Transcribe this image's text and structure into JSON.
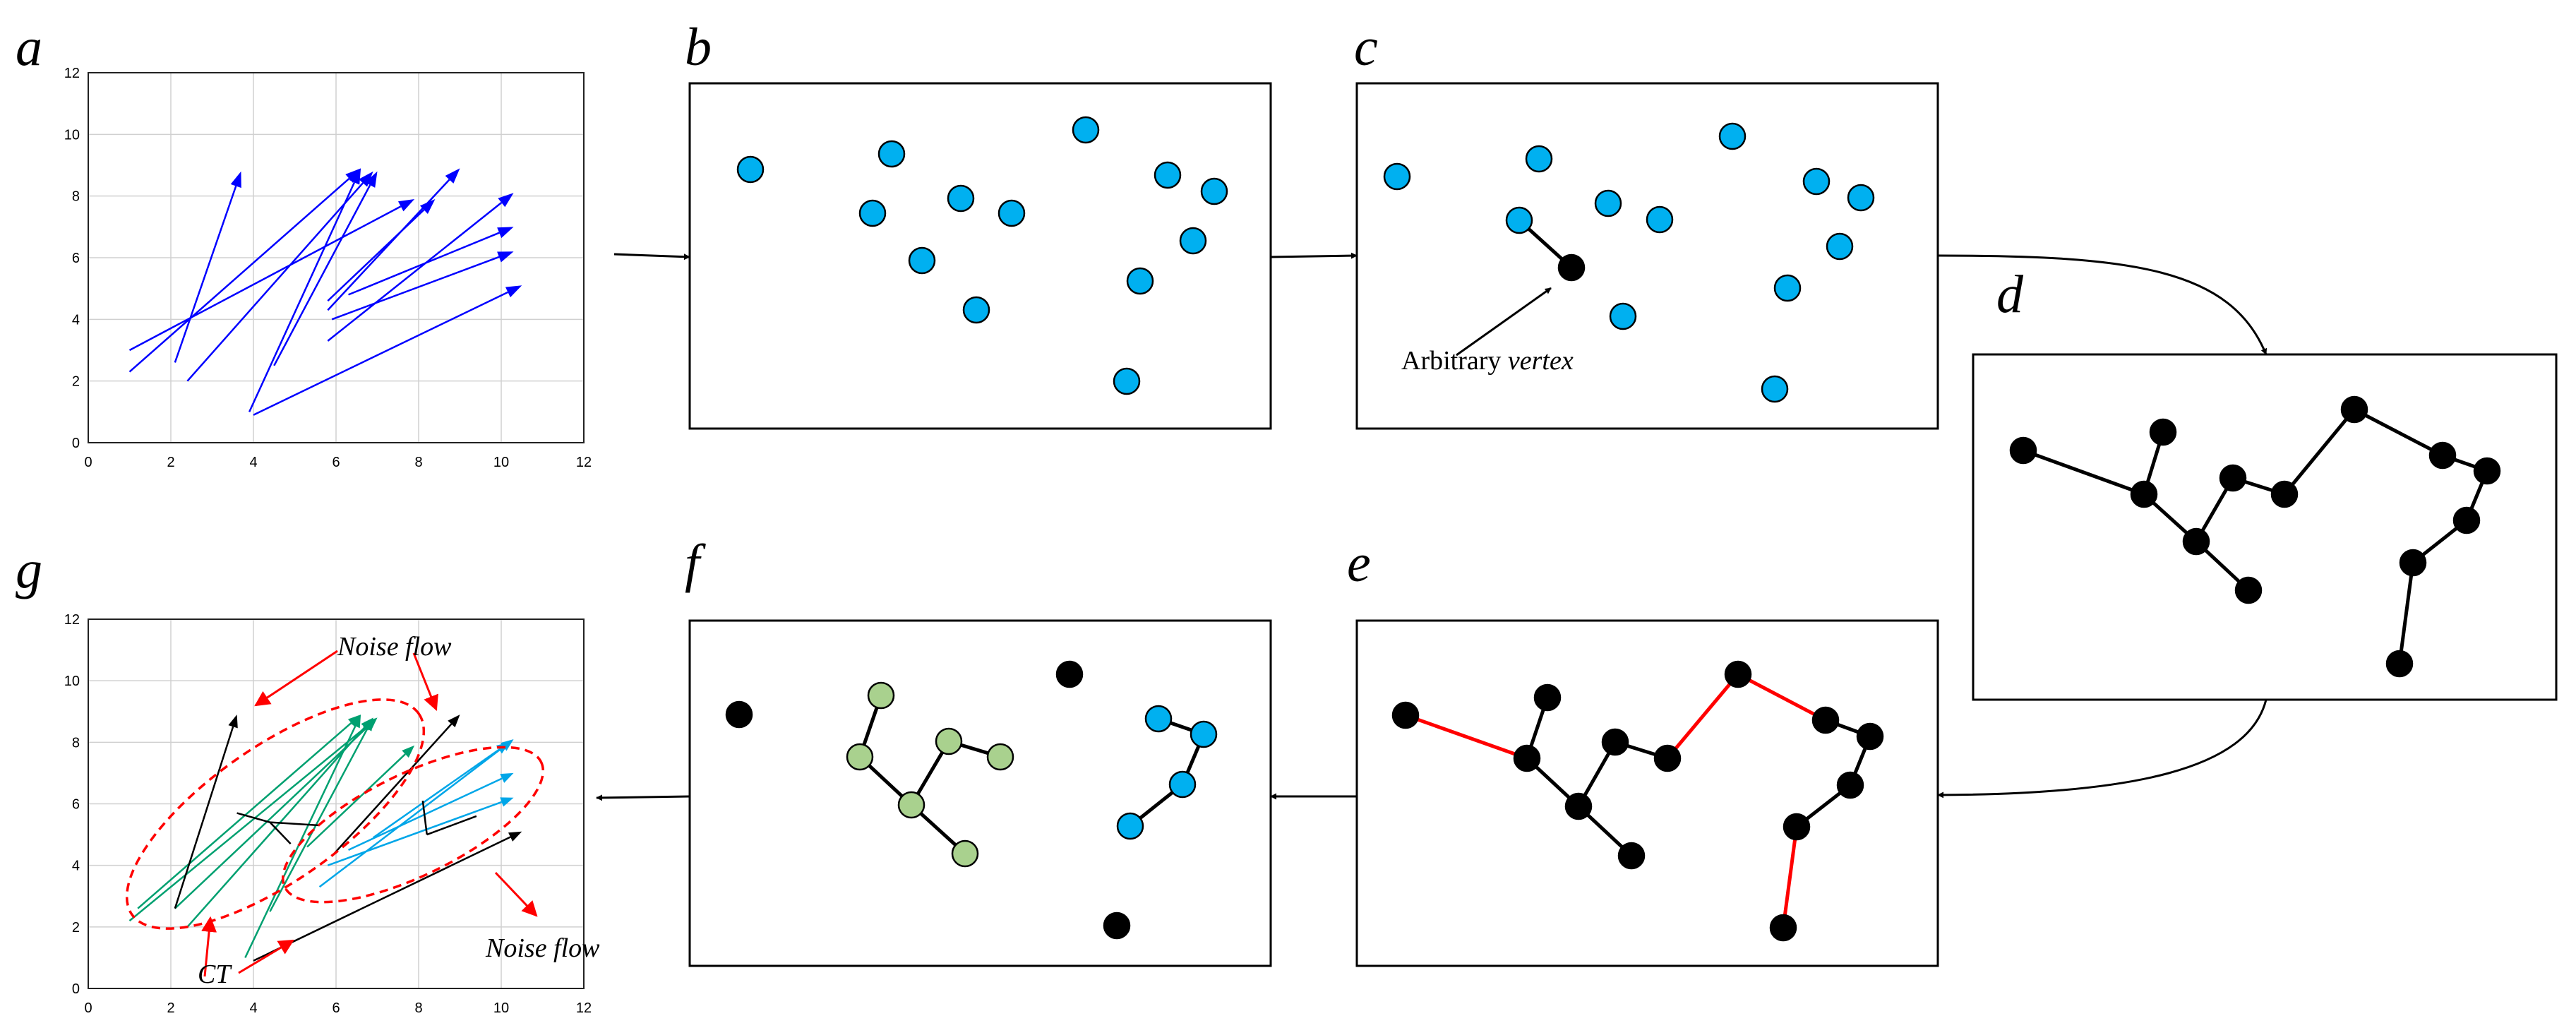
{
  "panels": {
    "a": {
      "letter": "a"
    },
    "b": {
      "letter": "b"
    },
    "c": {
      "letter": "c"
    },
    "d": {
      "letter": "d"
    },
    "e": {
      "letter": "e"
    },
    "f": {
      "letter": "f"
    },
    "g": {
      "letter": "g"
    }
  },
  "plot_a": {
    "xlim": [
      0,
      12
    ],
    "ylim": [
      0,
      12
    ],
    "xticks": [
      "0",
      "2",
      "4",
      "6",
      "8",
      "10",
      "12"
    ],
    "yticks": [
      "0",
      "2",
      "4",
      "6",
      "8",
      "10",
      "12"
    ],
    "grid": true,
    "arrow_color": "#0000ff",
    "arrows": [
      [
        1.0,
        3.0,
        7.9,
        7.9
      ],
      [
        1.0,
        2.3,
        6.6,
        8.9
      ],
      [
        2.1,
        2.6,
        3.7,
        8.8
      ],
      [
        2.4,
        2.0,
        6.9,
        8.8
      ],
      [
        3.9,
        1.0,
        6.6,
        8.9
      ],
      [
        4.0,
        0.9,
        10.5,
        5.1
      ],
      [
        4.5,
        2.5,
        7.0,
        8.8
      ],
      [
        5.8,
        4.3,
        9.0,
        8.9
      ],
      [
        5.8,
        4.6,
        8.4,
        7.9
      ],
      [
        5.8,
        3.3,
        10.3,
        8.1
      ],
      [
        5.9,
        4.0,
        10.3,
        6.2
      ],
      [
        6.3,
        4.8,
        10.3,
        7.0
      ]
    ]
  },
  "plot_g": {
    "xlim": [
      0,
      12
    ],
    "ylim": [
      0,
      12
    ],
    "xticks": [
      "0",
      "2",
      "4",
      "6",
      "8",
      "10",
      "12"
    ],
    "yticks": [
      "0",
      "2",
      "4",
      "6",
      "8",
      "10",
      "12"
    ],
    "grid": true,
    "cluster1_color": "#00a070",
    "cluster2_color": "#00a6e8",
    "noise_color": "#000000",
    "ellipse_color": "#ff0000",
    "cluster1_arrows": [
      [
        1.0,
        2.2,
        7.0,
        8.8
      ],
      [
        1.2,
        2.6,
        6.6,
        8.9
      ],
      [
        2.1,
        2.6,
        7.0,
        8.8
      ],
      [
        2.4,
        2.0,
        6.9,
        8.8
      ],
      [
        3.8,
        1.0,
        6.6,
        8.9
      ],
      [
        4.4,
        2.5,
        6.9,
        8.8
      ],
      [
        5.3,
        4.6,
        7.9,
        7.9
      ]
    ],
    "cluster2_arrows": [
      [
        5.6,
        3.3,
        10.3,
        8.1
      ],
      [
        5.8,
        4.0,
        10.3,
        6.2
      ],
      [
        6.3,
        4.5,
        10.3,
        7.0
      ],
      [
        6.9,
        4.9,
        10.2,
        8.0
      ]
    ],
    "noise_arrows": [
      [
        2.1,
        2.6,
        3.6,
        8.9
      ],
      [
        4.0,
        0.9,
        10.5,
        5.1
      ],
      [
        5.9,
        4.3,
        9.0,
        8.9
      ]
    ],
    "tree_edges_c1": [
      [
        3.6,
        5.7,
        4.4,
        5.4
      ],
      [
        4.4,
        5.4,
        5.6,
        5.3
      ],
      [
        4.4,
        5.4,
        4.9,
        4.7
      ]
    ],
    "tree_edges_c2": [
      [
        8.1,
        6.1,
        8.2,
        5.0
      ],
      [
        8.2,
        5.0,
        9.4,
        5.6
      ]
    ],
    "annotations": {
      "noise_flow_top": "Noise flow",
      "noise_flow_bottom": "Noise flow",
      "ct": "CT"
    }
  },
  "graph": {
    "node_color": "#00b0f0",
    "black_color": "#000000",
    "green_color": "#a9d18e",
    "red_edge_color": "#ff0000",
    "c_label_prefix": "Arbitrary ",
    "c_label_em": "vertex"
  }
}
